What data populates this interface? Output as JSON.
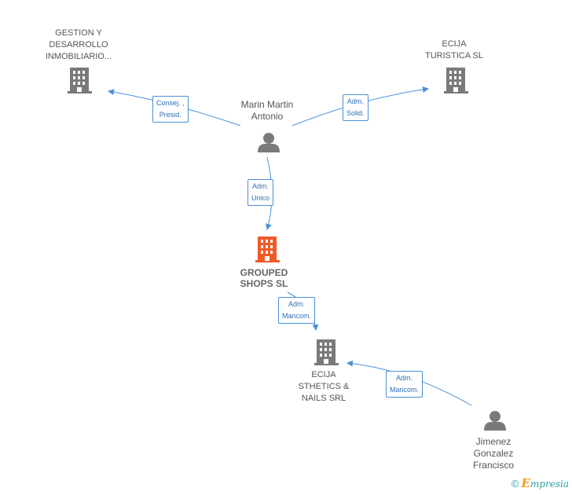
{
  "nodes": {
    "gestion": {
      "lines": [
        "GESTION Y",
        "DESARROLLO",
        "INMOBILIARIO..."
      ]
    },
    "ecija_turistica": {
      "lines": [
        "ECIJA",
        "TURISTICA SL"
      ]
    },
    "marin": {
      "lines": [
        "Marin Martin",
        "Antonio"
      ]
    },
    "grouped": {
      "lines": [
        "GROUPED",
        "SHOPS SL"
      ]
    },
    "ecija_sthetics": {
      "lines": [
        "ECIJA",
        "STHETICS &",
        "NAILS SRL"
      ]
    },
    "jimenez": {
      "lines": [
        "Jimenez",
        "Gonzalez",
        "Francisco"
      ]
    }
  },
  "edges": {
    "marin_gestion": {
      "lines": [
        "Consej. ,",
        "Presid."
      ]
    },
    "marin_turistica": {
      "lines": [
        "Adm.",
        "Solid."
      ]
    },
    "marin_grouped": {
      "lines": [
        "Adm.",
        "Unico"
      ]
    },
    "grouped_sthetics": {
      "lines": [
        "Adm.",
        "Mancom."
      ]
    },
    "jimenez_sthetics": {
      "lines": [
        "Adm.",
        "Mancom."
      ]
    }
  },
  "colors": {
    "edge": "#4a90d9",
    "building": "#7a7a7a",
    "center_building": "#f05a28",
    "person": "#7a7a7a"
  },
  "footer": {
    "copyright": "©",
    "brand_first": "E",
    "brand_rest": "mpresia"
  }
}
